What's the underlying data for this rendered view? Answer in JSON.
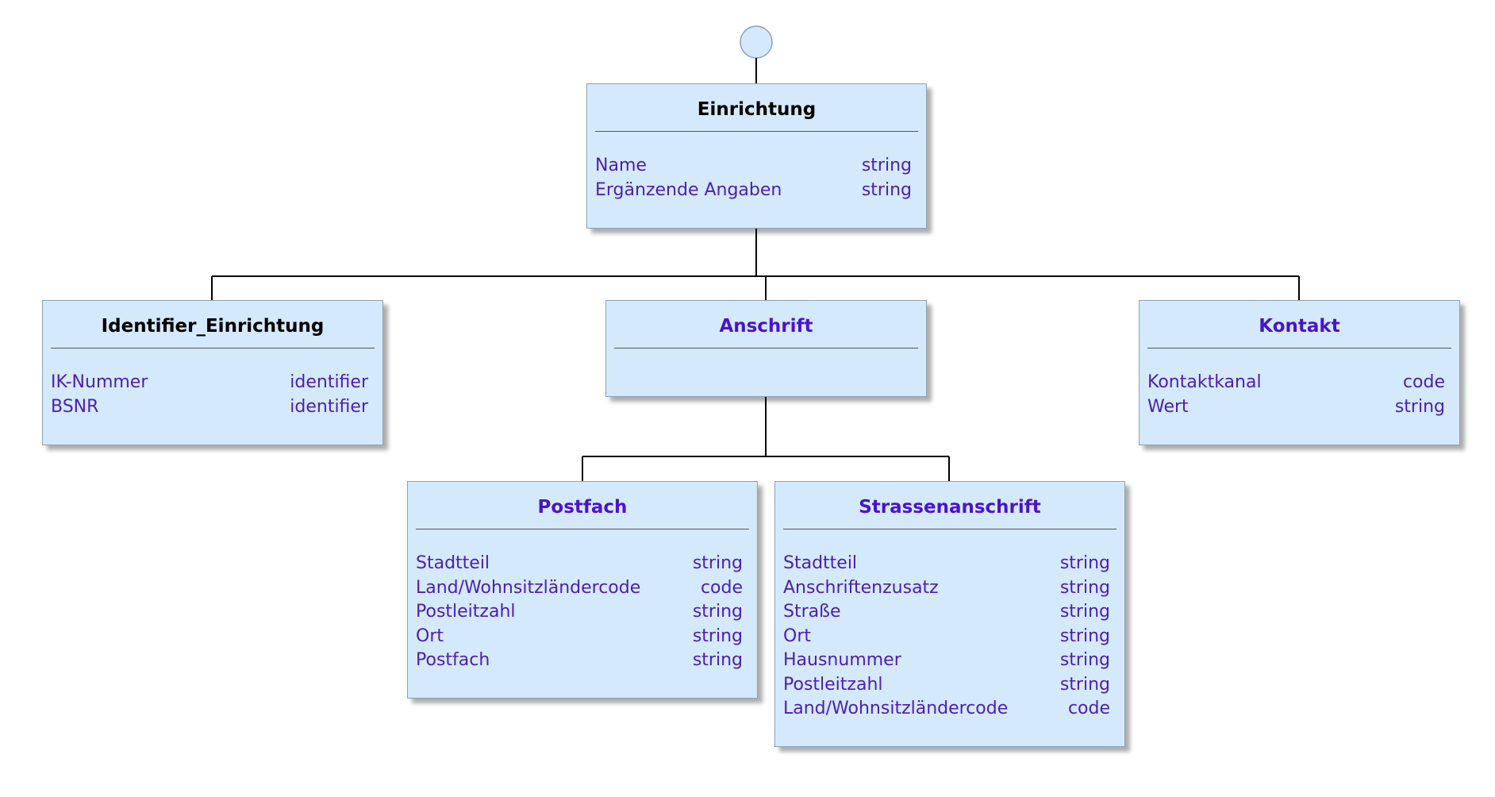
{
  "colors": {
    "box_fill": "#d4e9fb",
    "box_border": "#8aa2b8",
    "attr_text": "#4a1fb0",
    "ref_title": "#4a14c8",
    "root_title": "#000000",
    "line": "#000000",
    "start_node_fill": "#d4e9fb"
  },
  "diagram": {
    "start_node": {},
    "boxes": {
      "einrichtung": {
        "title": "Einrichtung",
        "attributes": [
          {
            "name": "Name",
            "type": "string"
          },
          {
            "name": "Ergänzende Angaben",
            "type": "string"
          }
        ]
      },
      "identifier": {
        "title": "Identifier_Einrichtung",
        "attributes": [
          {
            "name": "IK-Nummer",
            "type": "identifier"
          },
          {
            "name": "BSNR",
            "type": "identifier"
          }
        ]
      },
      "anschrift": {
        "title": "Anschrift",
        "attributes": []
      },
      "kontakt": {
        "title": "Kontakt",
        "attributes": [
          {
            "name": "Kontaktkanal",
            "type": "code"
          },
          {
            "name": "Wert",
            "type": "string"
          }
        ]
      },
      "postfach": {
        "title": "Postfach",
        "attributes": [
          {
            "name": "Stadtteil",
            "type": "string"
          },
          {
            "name": "Land/Wohnsitzländercode",
            "type": "code"
          },
          {
            "name": "Postleitzahl",
            "type": "string"
          },
          {
            "name": "Ort",
            "type": "string"
          },
          {
            "name": "Postfach",
            "type": "string"
          }
        ]
      },
      "strassenanschrift": {
        "title": "Strassenanschrift",
        "attributes": [
          {
            "name": "Stadtteil",
            "type": "string"
          },
          {
            "name": "Anschriftenzusatz",
            "type": "string"
          },
          {
            "name": "Straße",
            "type": "string"
          },
          {
            "name": "Ort",
            "type": "string"
          },
          {
            "name": "Hausnummer",
            "type": "string"
          },
          {
            "name": "Postleitzahl",
            "type": "string"
          },
          {
            "name": "Land/Wohnsitzländercode",
            "type": "code"
          }
        ]
      }
    }
  }
}
